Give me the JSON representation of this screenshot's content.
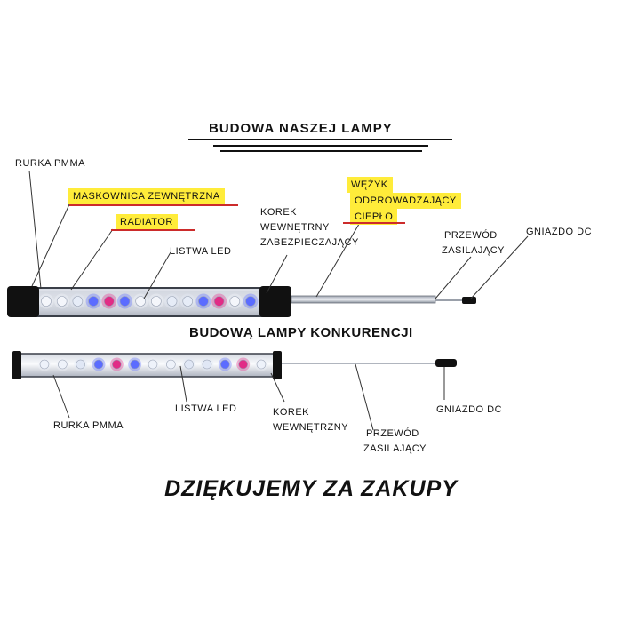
{
  "header": {
    "title": "BUDOWA  NASZEJ  LAMPY"
  },
  "our_lamp": {
    "labels": {
      "pmma_tube": "RURKA PMMA",
      "outer_mask": "MASKOWNICA  ZEWNĘTRZNA",
      "radiator": "RADIATOR",
      "led_strip": "LISTWA LED",
      "inner_cap_line1": "KOREK",
      "inner_cap_line2": "WEWNĘTRNY",
      "inner_cap_line3": "ZABEZPIECZAJĄCY",
      "hose_line1": "WĘŻYK",
      "hose_line2": "ODPROWADZAJĄCY",
      "hose_line3": "CIEPŁO",
      "power_cable_line1": "PRZEWÓD",
      "power_cable_line2": "ZASILAJĄCY",
      "dc_socket": "GNIAZDO DC"
    },
    "led_colors": [
      "#f4f6fb",
      "#f4f6fb",
      "#e6ecf7",
      "#5b6cff",
      "#e12c86",
      "#5b6cff",
      "#f4f6fb",
      "#f4f6fb",
      "#e6ecf7",
      "#e6ecf7",
      "#5b6cff",
      "#e12c86",
      "#f4f6fb",
      "#5b6cff"
    ]
  },
  "competitor_lamp": {
    "title": "BUDOWĄ LAMPY KONKURENCJI",
    "labels": {
      "pmma_tube": "RURKA PMMA",
      "led_strip": "LISTWA LED",
      "inner_cap_line1": "KOREK",
      "inner_cap_line2": "WEWNĘTRZNY",
      "power_cable_line1": "PRZEWÓD",
      "power_cable_line2": "ZASILAJĄCY",
      "dc_socket": "GNIAZDO DC"
    },
    "led_colors": [
      "#eef2fa",
      "#eef2fa",
      "#e0e7f5",
      "#5b6cff",
      "#e12c86",
      "#5b6cff",
      "#eef2fa",
      "#eef2fa",
      "#e0e7f5",
      "#e0e7f5",
      "#5b6cff",
      "#e12c86",
      "#eef2fa"
    ]
  },
  "footer": {
    "thanks": "DZIĘKUJEMY ZA ZAKUPY"
  },
  "colors": {
    "highlight": "#ffec3a",
    "underline_red": "#cc2b2b",
    "led_blue": "#5b6cff",
    "led_pink": "#e12c86"
  }
}
